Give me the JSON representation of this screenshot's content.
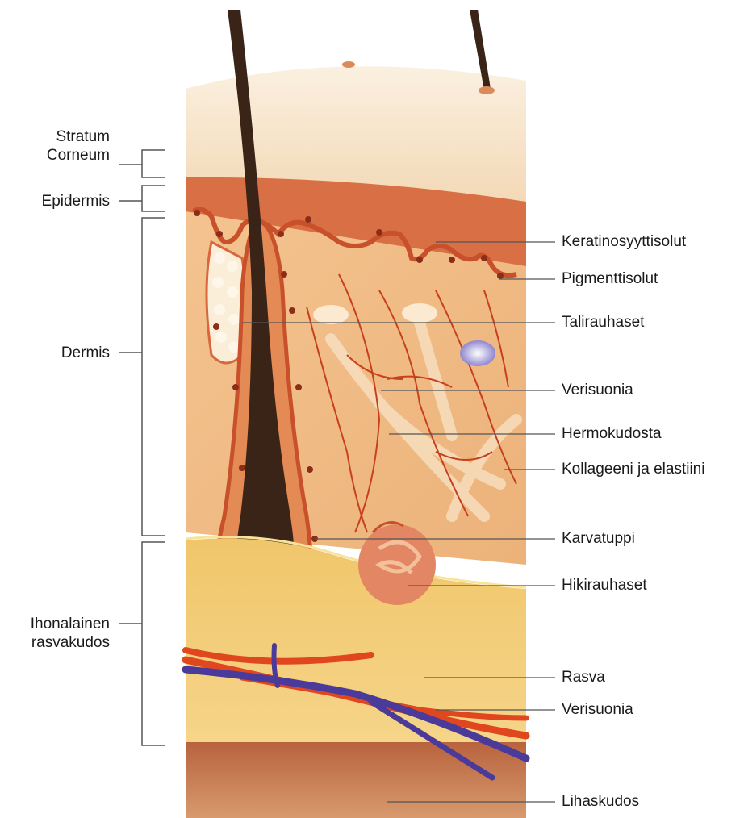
{
  "layers_left": [
    {
      "id": "stratum-corneum",
      "lines": [
        "Stratum",
        "Corneum"
      ]
    },
    {
      "id": "epidermis",
      "lines": [
        "Epidermis"
      ]
    },
    {
      "id": "dermis",
      "lines": [
        "Dermis"
      ]
    },
    {
      "id": "subcutis",
      "lines": [
        "Ihonalainen",
        "rasvakudos"
      ]
    }
  ],
  "structures_right": [
    "Keratinosyyttisolut",
    "Pigmenttisolut",
    "Talirauhaset",
    "Verisuonia",
    "Hermokudosta",
    "Kollageeni ja elastiini",
    "Karvatuppi",
    "Hikirauhaset",
    "Rasva",
    "Verisuonia",
    "Lihaskudos"
  ],
  "colors": {
    "surface": "#f7e3c6",
    "epidermis": "#d8663e",
    "dermis": "#f1c08e",
    "subcutis": "#f3c86e",
    "muscle": "#b55f3a",
    "hair": "#3a2418",
    "artery": "#e0471f",
    "vein": "#4a3b9a",
    "leader": "#555555"
  }
}
